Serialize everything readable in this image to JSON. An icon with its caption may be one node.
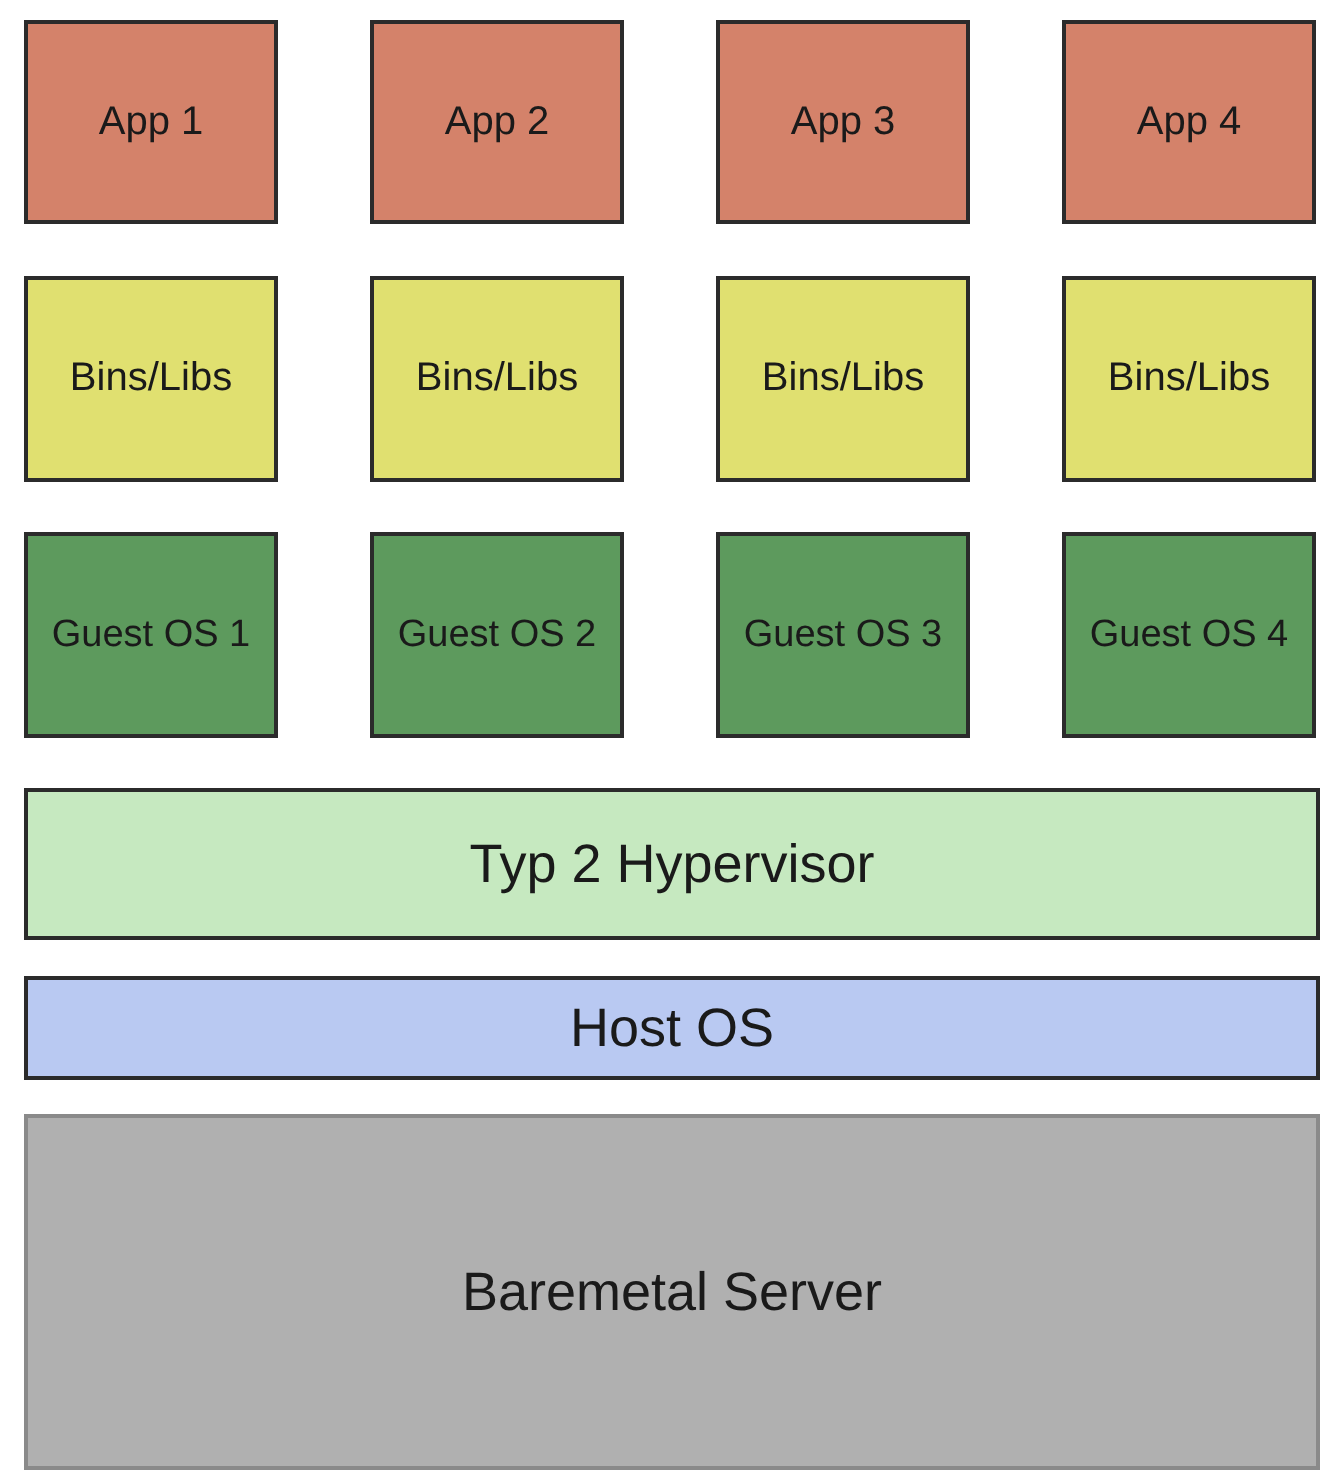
{
  "diagram": {
    "nodes": [
      {
        "text": [
          "App 1"
        ]
      },
      {
        "text": [
          "App 2"
        ]
      },
      {
        "text": [
          "App 3"
        ]
      },
      {
        "text": [
          "App 4"
        ]
      },
      {
        "text": [
          "Bins/Libs"
        ]
      },
      {
        "text": [
          "Bins/Libs"
        ]
      },
      {
        "text": [
          "Bins/Libs"
        ]
      },
      {
        "text": [
          "Bins/Libs"
        ]
      },
      {
        "text": [
          "Guest OS 1"
        ]
      },
      {
        "text": [
          "Guest OS 2"
        ]
      },
      {
        "text": [
          "Guest OS 3"
        ]
      },
      {
        "text": [
          "Guest OS 4"
        ]
      },
      {
        "text": [
          "Typ 2 Hypervisor"
        ]
      },
      {
        "text": [
          "Host OS"
        ]
      },
      {
        "text": [
          "Baremetal Server"
        ]
      }
    ]
  }
}
